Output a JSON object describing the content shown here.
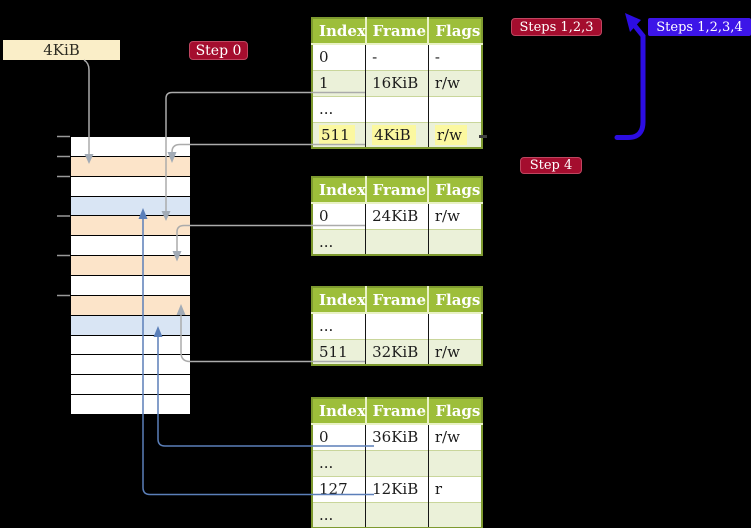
{
  "badges": {
    "size_label": "4KiB",
    "step0": "Step 0",
    "steps123": "Steps 1,2,3",
    "steps1234": "Steps 1,2,3,4",
    "step4": "Step 4"
  },
  "tables": [
    {
      "headers": [
        "Index",
        "Frame",
        "Flags"
      ],
      "rows": [
        {
          "cells": [
            "0",
            "-",
            "-"
          ]
        },
        {
          "cells": [
            "1",
            "16KiB",
            "r/w"
          ],
          "underlined": true
        },
        {
          "cells": [
            "...",
            "",
            ""
          ]
        },
        {
          "cells": [
            "511",
            "4KiB",
            "r/w"
          ],
          "underlined": true,
          "highlight": true
        }
      ]
    },
    {
      "headers": [
        "Index",
        "Frame",
        "Flags"
      ],
      "rows": [
        {
          "cells": [
            "0",
            "24KiB",
            "r/w"
          ],
          "underlined": true
        },
        {
          "cells": [
            "...",
            "",
            ""
          ]
        }
      ]
    },
    {
      "headers": [
        "Index",
        "Frame",
        "Flags"
      ],
      "rows": [
        {
          "cells": [
            "...",
            "",
            ""
          ]
        },
        {
          "cells": [
            "511",
            "32KiB",
            "r/w"
          ],
          "underlined": true
        }
      ]
    },
    {
      "headers": [
        "Index",
        "Frame",
        "Flags"
      ],
      "rows": [
        {
          "cells": [
            "0",
            "36KiB",
            "r/w"
          ],
          "underlined": true
        },
        {
          "cells": [
            "...",
            "",
            ""
          ]
        },
        {
          "cells": [
            "127",
            "12KiB",
            "r"
          ],
          "underlined": true
        },
        {
          "cells": [
            "...",
            "",
            ""
          ]
        }
      ]
    }
  ],
  "memory_column": {
    "rows": [
      "white",
      "peach",
      "white",
      "blue",
      "peach",
      "white",
      "peach",
      "white",
      "peach",
      "blue",
      "white",
      "white",
      "white",
      "white"
    ]
  },
  "colors": {
    "badge_red": "#a40d2e",
    "badge_indigo": "#3d15e8",
    "arrow_indigo": "#2c0de2",
    "connector_gray": "#ababab",
    "arrowhead_gray": "#a2abb6",
    "connector_blue": "#5b7fb9",
    "tick_gray": "#999999",
    "stub_dark": "#3f3f3f",
    "header_green": "#9dbe3a",
    "table_border_olive": "#7e9a2f",
    "row_green": "#ebf1d9",
    "highlight_yellow": "#fbf8a0",
    "badge_cream": "#faeec8",
    "mem_peach": "#fce4c9",
    "mem_blue": "#d9e5f4"
  }
}
